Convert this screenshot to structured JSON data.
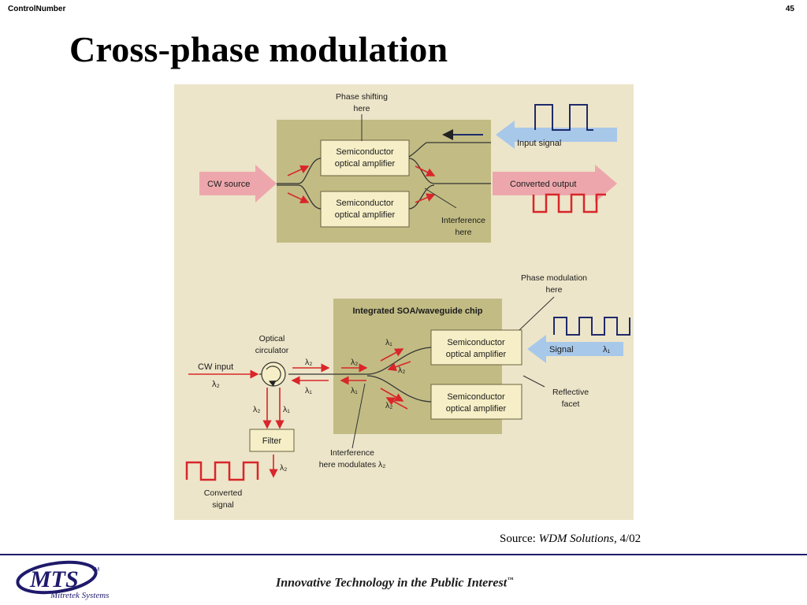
{
  "header": {
    "control_label": "ControlNumber",
    "page_number": "45"
  },
  "slide": {
    "title": "Cross-phase modulation"
  },
  "figure": {
    "top": {
      "phase_shifting": [
        "Phase shifting",
        "here"
      ],
      "soa_upper": [
        "Semiconductor",
        "optical amplifier"
      ],
      "soa_lower": [
        "Semiconductor",
        "optical amplifier"
      ],
      "input_signal": "Input signal",
      "cw_source": "CW source",
      "converted_output": "Converted output",
      "interference": [
        "Interference",
        "here"
      ]
    },
    "bottom": {
      "phase_modulation": [
        "Phase modulation",
        "here"
      ],
      "chip_title": "Integrated SOA/waveguide chip",
      "optical_circulator": [
        "Optical",
        "circulator"
      ],
      "cw_input": "CW input",
      "soa_upper": [
        "Semiconductor",
        "optical amplifier"
      ],
      "soa_lower": [
        "Semiconductor",
        "optical amplifier"
      ],
      "signal": "Signal",
      "reflective_facet": [
        "Reflective",
        "facet"
      ],
      "filter": "Filter",
      "interference": [
        "Interference",
        "here modulates λ₂"
      ],
      "converted_signal": [
        "Converted",
        "signal"
      ],
      "lambda1": "λ₁",
      "lambda2": "λ₂"
    }
  },
  "source": {
    "prefix": "Source: ",
    "publication": "WDM Solutions",
    "date": ", 4/02"
  },
  "footer": {
    "logo_text": "MTS",
    "logo_tm": "TM",
    "logo_subtext": "Mitretek Systems",
    "tagline": "Innovative Technology in the Public Interest",
    "tagline_tm": "™"
  },
  "colors": {
    "figure_bg": "#f1ead0",
    "chip_box": "#c2bc84",
    "soa_box": "#f6eec6",
    "pink_arrow": "#eda7ac",
    "blue_arrow": "#a8c8ea",
    "red_signal": "#d8262a",
    "logo_navy": "#1f1a6b"
  }
}
